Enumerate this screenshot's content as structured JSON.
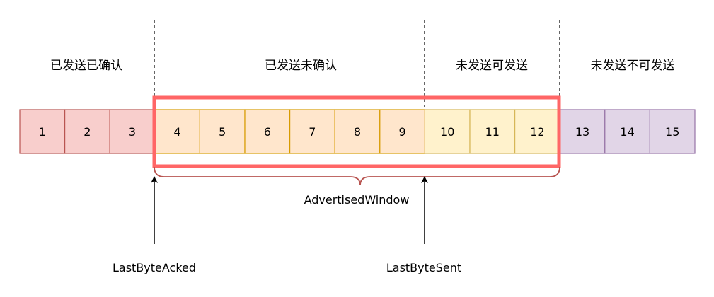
{
  "regions": [
    {
      "label": "已发送已确认"
    },
    {
      "label": "已发送未确认"
    },
    {
      "label": "未发送可发送"
    },
    {
      "label": "未发送不可发送"
    }
  ],
  "cells": [
    {
      "label": "1",
      "group": "acked"
    },
    {
      "label": "2",
      "group": "acked"
    },
    {
      "label": "3",
      "group": "acked"
    },
    {
      "label": "4",
      "group": "sent_unacked"
    },
    {
      "label": "5",
      "group": "sent_unacked"
    },
    {
      "label": "6",
      "group": "sent_unacked"
    },
    {
      "label": "7",
      "group": "sent_unacked"
    },
    {
      "label": "8",
      "group": "sent_unacked"
    },
    {
      "label": "9",
      "group": "sent_unacked"
    },
    {
      "label": "10",
      "group": "sendable"
    },
    {
      "label": "11",
      "group": "sendable"
    },
    {
      "label": "12",
      "group": "sendable"
    },
    {
      "label": "13",
      "group": "not_sendable"
    },
    {
      "label": "14",
      "group": "not_sendable"
    },
    {
      "label": "15",
      "group": "not_sendable"
    }
  ],
  "window": {
    "label": "AdvertisedWindow"
  },
  "pointers": [
    {
      "label": "LastByteAcked"
    },
    {
      "label": "LastByteSent"
    }
  ],
  "colors": {
    "acked": {
      "fill": "#f8cecc",
      "stroke": "#b85450"
    },
    "sent_unacked": {
      "fill": "#ffe6cc",
      "stroke": "#d79b00"
    },
    "sendable": {
      "fill": "#fff2cc",
      "stroke": "#d6b656"
    },
    "not_sendable": {
      "fill": "#e1d5e7",
      "stroke": "#9673a6"
    },
    "window_highlight": "#ff6666",
    "brace": "#b85450",
    "line": "#000000"
  }
}
